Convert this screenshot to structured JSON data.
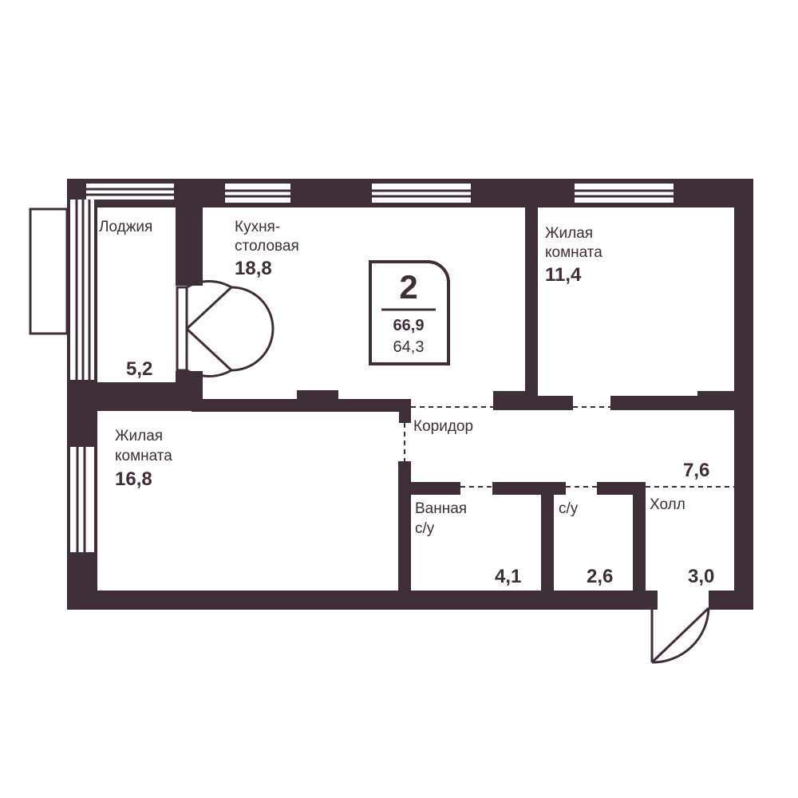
{
  "plan": {
    "wall_color": "#3d2e38",
    "background": "#ffffff",
    "badge": {
      "rooms": "2",
      "total_area": "66,9",
      "living_area": "64,3"
    },
    "rooms": {
      "loggia": {
        "name": "Лоджия",
        "area": "5,2"
      },
      "kitchen": {
        "name_line1": "Кухня-",
        "name_line2": "столовая",
        "area": "18,8"
      },
      "living_small": {
        "name_line1": "Жилая",
        "name_line2": "комната",
        "area": "11,4"
      },
      "living_large": {
        "name_line1": "Жилая",
        "name_line2": "комната",
        "area": "16,8"
      },
      "corridor": {
        "name": "Коридор",
        "area": "7,6"
      },
      "bathroom": {
        "name_line1": "Ванная",
        "name_line2": "с/у",
        "area": "4,1"
      },
      "toilet": {
        "name": "с/у",
        "area": "2,6"
      },
      "hall": {
        "name": "Холл",
        "area": "3,0"
      }
    }
  }
}
